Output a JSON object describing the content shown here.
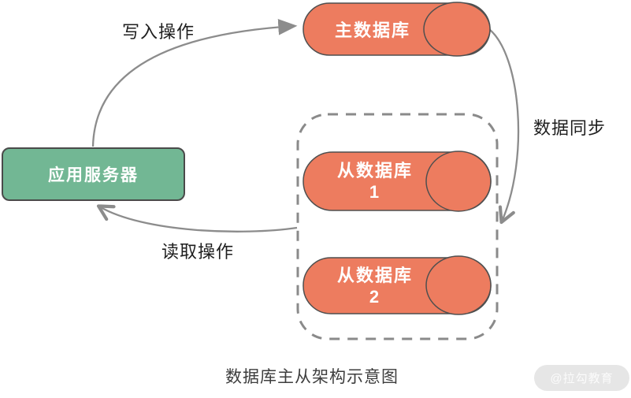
{
  "diagram": {
    "caption": "数据库主从架构示意图",
    "watermark": "@拉勾教育",
    "colors": {
      "node_orange": "#ED7C5F",
      "node_green": "#72B794",
      "node_stroke": "#4F4F4F",
      "line_gray": "#8C8C8C",
      "dashed_gray": "#8A8A8A"
    },
    "nodes": {
      "app_server": {
        "label": "应用服务器"
      },
      "master_db": {
        "label": "主数据库"
      },
      "slave_db_1": {
        "label": "从数据库",
        "number": "1"
      },
      "slave_db_2": {
        "label": "从数据库",
        "number": "2"
      }
    },
    "edges": {
      "write": {
        "label": "写入操作"
      },
      "read": {
        "label": "读取操作"
      },
      "sync": {
        "label": "数据同步"
      }
    }
  }
}
